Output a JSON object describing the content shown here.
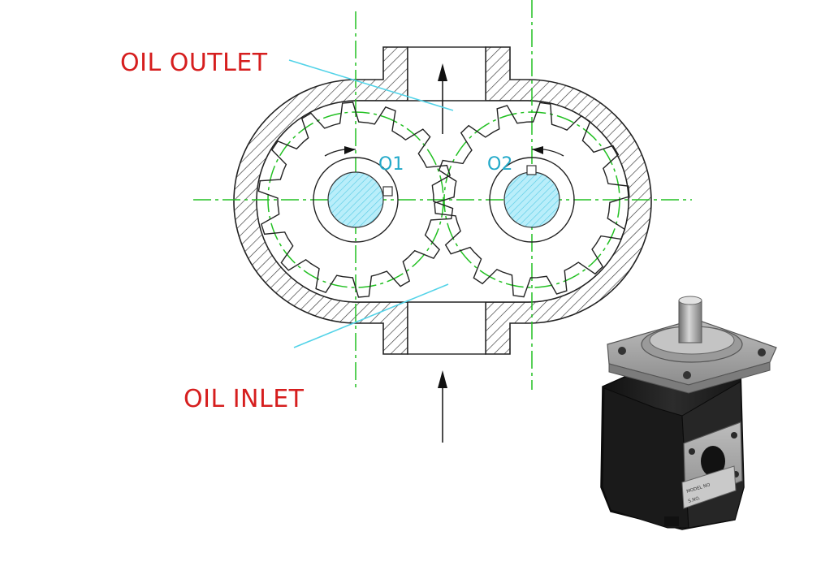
{
  "labels": {
    "oil_outlet": "OIL OUTLET",
    "oil_inlet": "OIL INLET",
    "gear_left_center": "O1",
    "gear_right_center": "O2"
  },
  "photo": {
    "nameplate_model": "MODEL NO",
    "nameplate_sn": "S.NO."
  },
  "colors": {
    "label_red": "#d61e1e",
    "centerline_green": "#22c022",
    "leader_cyan": "#53d3e8",
    "shaft_cyan": "#7fdff0",
    "linework_black": "#222222",
    "pump_body": "#1c1c1c",
    "pump_steel": "#a8a8a8"
  },
  "icons": {
    "outlet_flow": "up-arrow-icon",
    "inlet_flow": "up-arrow-icon",
    "rotation": "arrowhead-icon"
  }
}
